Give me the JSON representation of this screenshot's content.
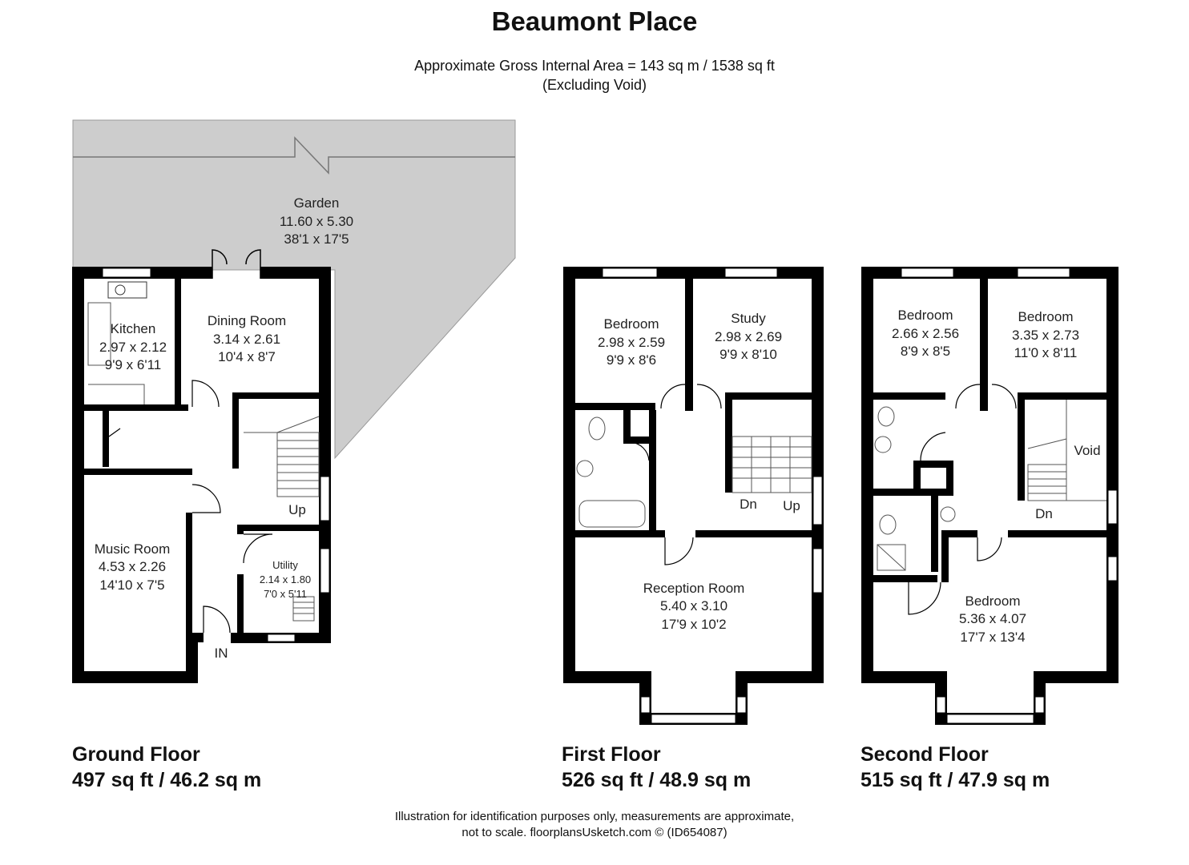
{
  "header": {
    "title": "Beaumont Place",
    "area_line1": "Approximate Gross Internal Area = 143 sq m / 1538 sq ft",
    "area_line2": "(Excluding Void)"
  },
  "garden": {
    "name": "Garden",
    "metric": "11.60 x 5.30",
    "imperial": "38'1 x 17'5"
  },
  "ground_floor": {
    "caption": "Ground Floor",
    "area": "497 sq ft / 46.2 sq m",
    "rooms": [
      {
        "name": "Kitchen",
        "metric": "2.97 x 2.12",
        "imperial": "9'9 x 6'11"
      },
      {
        "name": "Dining Room",
        "metric": "3.14 x 2.61",
        "imperial": "10'4 x 8'7"
      },
      {
        "name": "Music Room",
        "metric": "4.53 x 2.26",
        "imperial": "14'10 x 7'5"
      },
      {
        "name": "Utility",
        "metric": "2.14 x 1.80",
        "imperial": "7'0 x 5'11"
      }
    ],
    "labels": {
      "up": "Up",
      "entrance": "IN"
    }
  },
  "first_floor": {
    "caption": "First Floor",
    "area": "526 sq ft / 48.9 sq m",
    "rooms": [
      {
        "name": "Bedroom",
        "metric": "2.98 x 2.59",
        "imperial": "9'9 x 8'6"
      },
      {
        "name": "Study",
        "metric": "2.98 x 2.69",
        "imperial": "9'9 x 8'10"
      },
      {
        "name": "Reception Room",
        "metric": "5.40 x 3.10",
        "imperial": "17'9 x 10'2"
      }
    ],
    "labels": {
      "down": "Dn",
      "up": "Up"
    }
  },
  "second_floor": {
    "caption": "Second Floor",
    "area": "515 sq ft / 47.9 sq m",
    "rooms": [
      {
        "name": "Bedroom",
        "metric": "2.66 x 2.56",
        "imperial": "8'9 x 8'5"
      },
      {
        "name": "Bedroom",
        "metric": "3.35 x 2.73",
        "imperial": "11'0 x 8'11"
      },
      {
        "name": "Bedroom",
        "metric": "5.36 x 4.07",
        "imperial": "17'7 x 13'4"
      }
    ],
    "labels": {
      "void": "Void",
      "down": "Dn"
    }
  },
  "footer": {
    "line1": "Illustration for identification purposes only, measurements are approximate,",
    "line2": "not to scale. floorplansUsketch.com © (ID654087)"
  },
  "colors": {
    "wall": "#000000",
    "garden": "#cdcdcd",
    "background": "#ffffff",
    "window": "#ffffff"
  }
}
